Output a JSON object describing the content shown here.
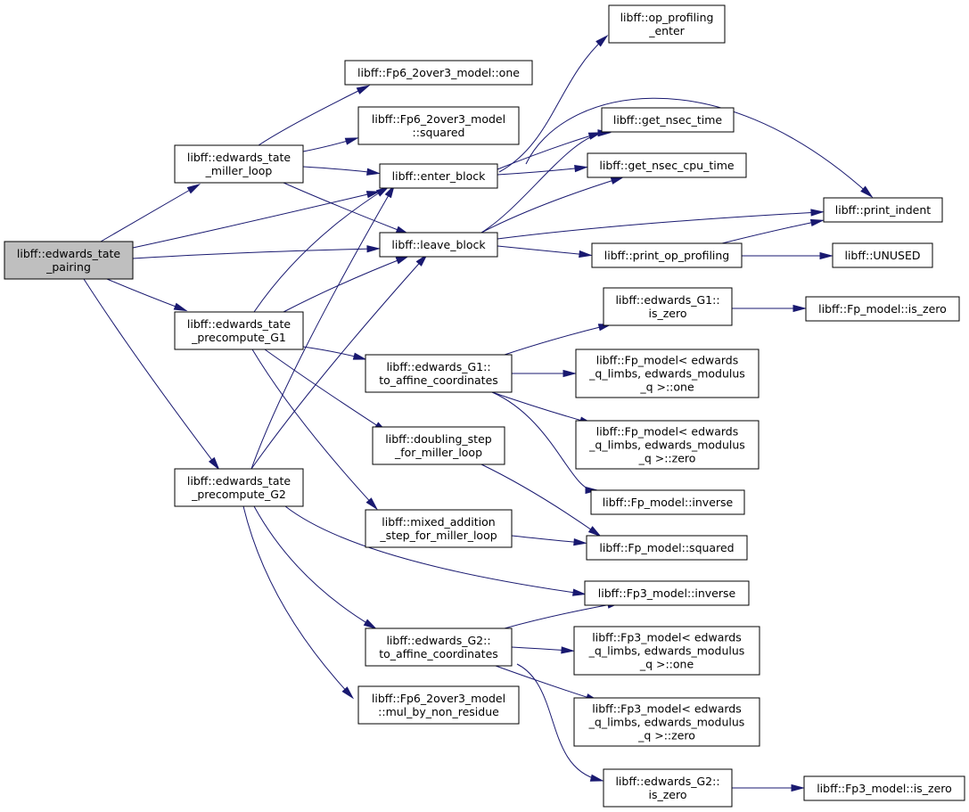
{
  "colors": {
    "edge": "#191970",
    "node_fill": "#ffffff",
    "node_stroke": "#000000",
    "root_fill": "#bfbfbf"
  },
  "nodes": [
    {
      "id": "pairing",
      "label": [
        "libff::edwards_tate",
        "_pairing"
      ],
      "root": true
    },
    {
      "id": "miller_loop",
      "label": [
        "libff::edwards_tate",
        "_miller_loop"
      ]
    },
    {
      "id": "precompute_g1",
      "label": [
        "libff::edwards_tate",
        "_precompute_G1"
      ]
    },
    {
      "id": "precompute_g2",
      "label": [
        "libff::edwards_tate",
        "_precompute_G2"
      ]
    },
    {
      "id": "fp6_one",
      "label": [
        "libff::Fp6_2over3_model::one"
      ]
    },
    {
      "id": "fp6_squared",
      "label": [
        "libff::Fp6_2over3_model",
        "::squared"
      ]
    },
    {
      "id": "enter_block",
      "label": [
        "libff::enter_block"
      ]
    },
    {
      "id": "leave_block",
      "label": [
        "libff::leave_block"
      ]
    },
    {
      "id": "g1_to_affine",
      "label": [
        "libff::edwards_G1::",
        "to_affine_coordinates"
      ]
    },
    {
      "id": "doubling_step",
      "label": [
        "libff::doubling_step",
        "_for_miller_loop"
      ]
    },
    {
      "id": "mixed_addition",
      "label": [
        "libff::mixed_addition",
        "_step_for_miller_loop"
      ]
    },
    {
      "id": "g2_to_affine",
      "label": [
        "libff::edwards_G2::",
        "to_affine_coordinates"
      ]
    },
    {
      "id": "fp6_mul_nonres",
      "label": [
        "libff::Fp6_2over3_model",
        "::mul_by_non_residue"
      ]
    },
    {
      "id": "op_prof_enter",
      "label": [
        "libff::op_profiling",
        "_enter"
      ]
    },
    {
      "id": "get_nsec_time",
      "label": [
        "libff::get_nsec_time"
      ]
    },
    {
      "id": "get_nsec_cpu_time",
      "label": [
        "libff::get_nsec_cpu_time"
      ]
    },
    {
      "id": "print_op_profiling",
      "label": [
        "libff::print_op_profiling"
      ]
    },
    {
      "id": "g1_is_zero",
      "label": [
        "libff::edwards_G1::",
        "is_zero"
      ]
    },
    {
      "id": "fp_one",
      "label": [
        "libff::Fp_model< edwards",
        "_q_limbs, edwards_modulus",
        "_q >::one"
      ]
    },
    {
      "id": "fp_zero",
      "label": [
        "libff::Fp_model< edwards",
        "_q_limbs, edwards_modulus",
        "_q >::zero"
      ]
    },
    {
      "id": "fp_inverse",
      "label": [
        "libff::Fp_model::inverse"
      ]
    },
    {
      "id": "fp_squared",
      "label": [
        "libff::Fp_model::squared"
      ]
    },
    {
      "id": "fp3_inverse",
      "label": [
        "libff::Fp3_model::inverse"
      ]
    },
    {
      "id": "fp3_one",
      "label": [
        "libff::Fp3_model< edwards",
        "_q_limbs, edwards_modulus",
        "_q >::one"
      ]
    },
    {
      "id": "fp3_zero",
      "label": [
        "libff::Fp3_model< edwards",
        "_q_limbs, edwards_modulus",
        "_q >::zero"
      ]
    },
    {
      "id": "g2_is_zero",
      "label": [
        "libff::edwards_G2::",
        "is_zero"
      ]
    },
    {
      "id": "print_indent",
      "label": [
        "libff::print_indent"
      ]
    },
    {
      "id": "unused",
      "label": [
        "libff::UNUSED"
      ]
    },
    {
      "id": "fp_is_zero",
      "label": [
        "libff::Fp_model::is_zero"
      ]
    },
    {
      "id": "fp3_is_zero",
      "label": [
        "libff::Fp3_model::is_zero"
      ]
    }
  ],
  "edges": [
    {
      "from": "pairing",
      "to": "miller_loop"
    },
    {
      "from": "pairing",
      "to": "enter_block"
    },
    {
      "from": "pairing",
      "to": "leave_block"
    },
    {
      "from": "pairing",
      "to": "precompute_g1"
    },
    {
      "from": "pairing",
      "to": "precompute_g2"
    },
    {
      "from": "miller_loop",
      "to": "fp6_one"
    },
    {
      "from": "miller_loop",
      "to": "fp6_squared"
    },
    {
      "from": "miller_loop",
      "to": "enter_block"
    },
    {
      "from": "miller_loop",
      "to": "leave_block"
    },
    {
      "from": "precompute_g1",
      "to": "enter_block"
    },
    {
      "from": "precompute_g1",
      "to": "leave_block"
    },
    {
      "from": "precompute_g1",
      "to": "g1_to_affine"
    },
    {
      "from": "precompute_g1",
      "to": "doubling_step"
    },
    {
      "from": "precompute_g1",
      "to": "mixed_addition"
    },
    {
      "from": "precompute_g2",
      "to": "enter_block"
    },
    {
      "from": "precompute_g2",
      "to": "leave_block"
    },
    {
      "from": "precompute_g2",
      "to": "fp3_inverse"
    },
    {
      "from": "precompute_g2",
      "to": "g2_to_affine"
    },
    {
      "from": "precompute_g2",
      "to": "fp6_mul_nonres"
    },
    {
      "from": "enter_block",
      "to": "op_prof_enter"
    },
    {
      "from": "enter_block",
      "to": "get_nsec_time"
    },
    {
      "from": "enter_block",
      "to": "get_nsec_cpu_time"
    },
    {
      "from": "enter_block",
      "to": "print_indent"
    },
    {
      "from": "leave_block",
      "to": "get_nsec_time"
    },
    {
      "from": "leave_block",
      "to": "get_nsec_cpu_time"
    },
    {
      "from": "leave_block",
      "to": "print_indent"
    },
    {
      "from": "leave_block",
      "to": "print_op_profiling"
    },
    {
      "from": "print_op_profiling",
      "to": "print_indent"
    },
    {
      "from": "print_op_profiling",
      "to": "unused"
    },
    {
      "from": "g1_to_affine",
      "to": "g1_is_zero"
    },
    {
      "from": "g1_to_affine",
      "to": "fp_one"
    },
    {
      "from": "g1_to_affine",
      "to": "fp_zero"
    },
    {
      "from": "g1_to_affine",
      "to": "fp_inverse"
    },
    {
      "from": "g1_is_zero",
      "to": "fp_is_zero"
    },
    {
      "from": "doubling_step",
      "to": "fp_squared"
    },
    {
      "from": "mixed_addition",
      "to": "fp_squared"
    },
    {
      "from": "g2_to_affine",
      "to": "fp3_inverse"
    },
    {
      "from": "g2_to_affine",
      "to": "fp3_one"
    },
    {
      "from": "g2_to_affine",
      "to": "fp3_zero"
    },
    {
      "from": "g2_to_affine",
      "to": "g2_is_zero"
    },
    {
      "from": "g2_is_zero",
      "to": "fp3_is_zero"
    }
  ]
}
